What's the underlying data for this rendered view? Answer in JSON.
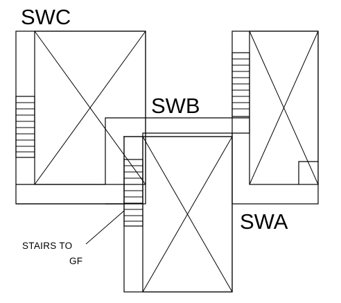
{
  "diagram": {
    "labels": {
      "swc": "SWC",
      "swb": "SWB",
      "swa": "SWA",
      "stairs_line1": "STAIRS TO",
      "stairs_line2": "GF"
    },
    "colors": {
      "line": "#000000",
      "background": "#ffffff"
    }
  }
}
